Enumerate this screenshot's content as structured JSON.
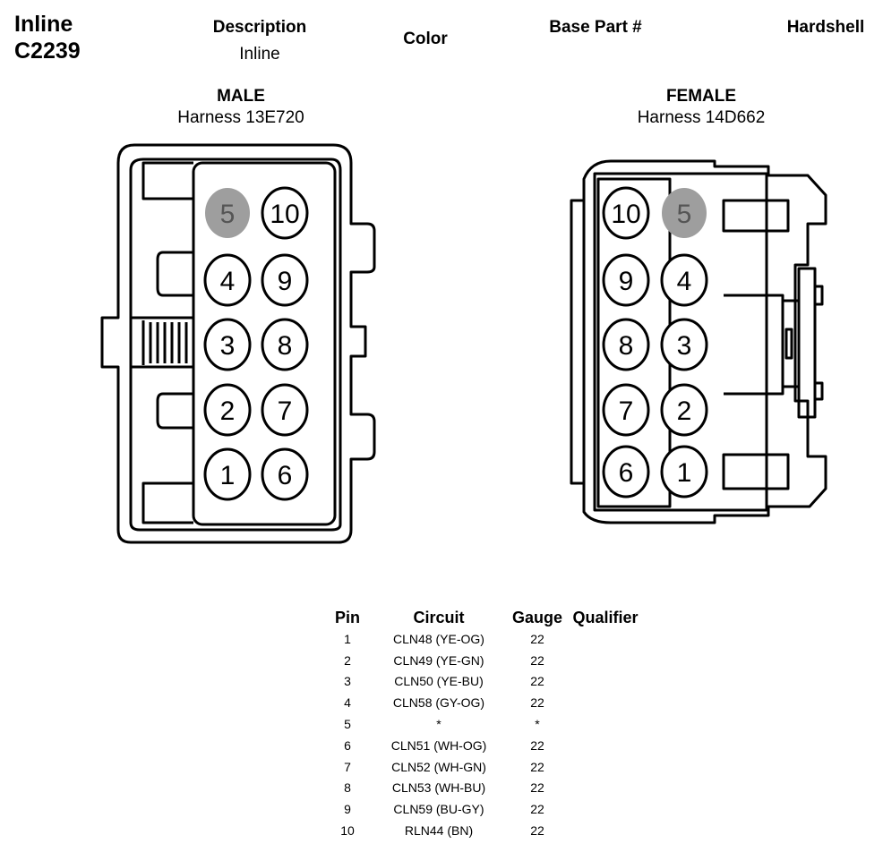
{
  "header": {
    "connector_type": "Inline",
    "connector_id": "C2239",
    "description_label": "Description",
    "description_value": "Inline",
    "color_label": "Color",
    "base_part_label": "Base Part #",
    "hardshell_label": "Hardshell"
  },
  "male": {
    "title": "MALE",
    "harness": "Harness 13E720"
  },
  "female": {
    "title": "FEMALE",
    "harness": "Harness 14D662"
  },
  "male_pins": [
    {
      "n": "5",
      "grey": true
    },
    {
      "n": "10",
      "grey": false
    },
    {
      "n": "4",
      "grey": false
    },
    {
      "n": "9",
      "grey": false
    },
    {
      "n": "3",
      "grey": false
    },
    {
      "n": "8",
      "grey": false
    },
    {
      "n": "2",
      "grey": false
    },
    {
      "n": "7",
      "grey": false
    },
    {
      "n": "1",
      "grey": false
    },
    {
      "n": "6",
      "grey": false
    }
  ],
  "female_pins": [
    {
      "n": "10",
      "grey": false
    },
    {
      "n": "5",
      "grey": true
    },
    {
      "n": "9",
      "grey": false
    },
    {
      "n": "4",
      "grey": false
    },
    {
      "n": "8",
      "grey": false
    },
    {
      "n": "3",
      "grey": false
    },
    {
      "n": "7",
      "grey": false
    },
    {
      "n": "2",
      "grey": false
    },
    {
      "n": "6",
      "grey": false
    },
    {
      "n": "1",
      "grey": false
    }
  ],
  "table": {
    "headers": {
      "pin": "Pin",
      "circuit": "Circuit",
      "gauge": "Gauge",
      "qualifier": "Qualifier"
    },
    "rows": [
      {
        "pin": "1",
        "circuit": "CLN48 (YE-OG)",
        "gauge": "22"
      },
      {
        "pin": "2",
        "circuit": "CLN49 (YE-GN)",
        "gauge": "22"
      },
      {
        "pin": "3",
        "circuit": "CLN50 (YE-BU)",
        "gauge": "22"
      },
      {
        "pin": "4",
        "circuit": "CLN58 (GY-OG)",
        "gauge": "22"
      },
      {
        "pin": "5",
        "circuit": "*",
        "gauge": "*"
      },
      {
        "pin": "6",
        "circuit": "CLN51 (WH-OG)",
        "gauge": "22"
      },
      {
        "pin": "7",
        "circuit": "CLN52 (WH-GN)",
        "gauge": "22"
      },
      {
        "pin": "8",
        "circuit": "CLN53 (WH-BU)",
        "gauge": "22"
      },
      {
        "pin": "9",
        "circuit": "CLN59 (BU-GY)",
        "gauge": "22"
      },
      {
        "pin": "10",
        "circuit": "RLN44 (BN)",
        "gauge": "22"
      }
    ]
  },
  "colors": {
    "line": "#000000",
    "grey_pin": "#9e9e9e",
    "background": "#ffffff"
  }
}
